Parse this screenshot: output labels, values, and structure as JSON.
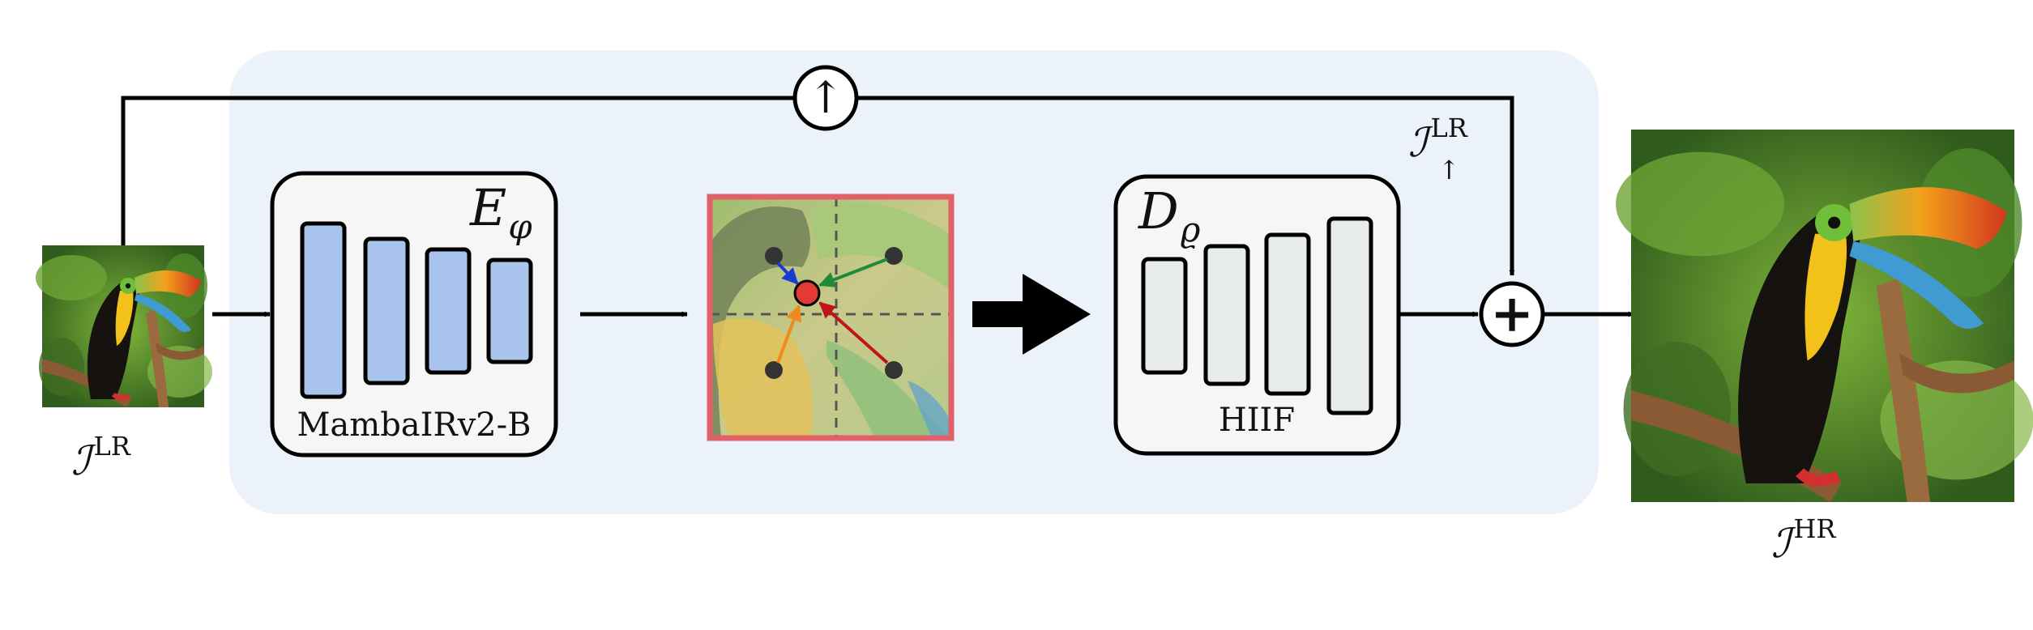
{
  "input": {
    "symbol": "ℐ",
    "superscript": "LR"
  },
  "output": {
    "symbol": "ℐ",
    "superscript": "HR"
  },
  "upsampled": {
    "symbol": "ℐ",
    "subscript": "↑",
    "superscript": "LR"
  },
  "upsample_operator": "↑",
  "add_operator": "+",
  "encoder": {
    "symbol": "E",
    "subscript": "φ",
    "name": "MambaIRv2-B"
  },
  "decoder": {
    "symbol": "D",
    "subscript": "ϱ",
    "name": "HIIF"
  },
  "colors": {
    "background_panel": "#ecf2fa",
    "encoder_bar": "#a8c3ec",
    "decoder_bar": "#e7ecea",
    "block_fill": "#f6f6f6",
    "feature_border": "#e06168",
    "query_point": "#e53935",
    "arrow_blue": "#1a3ad6",
    "arrow_green": "#1f8a3a",
    "arrow_orange": "#f08a1c",
    "arrow_red": "#c0141a"
  }
}
